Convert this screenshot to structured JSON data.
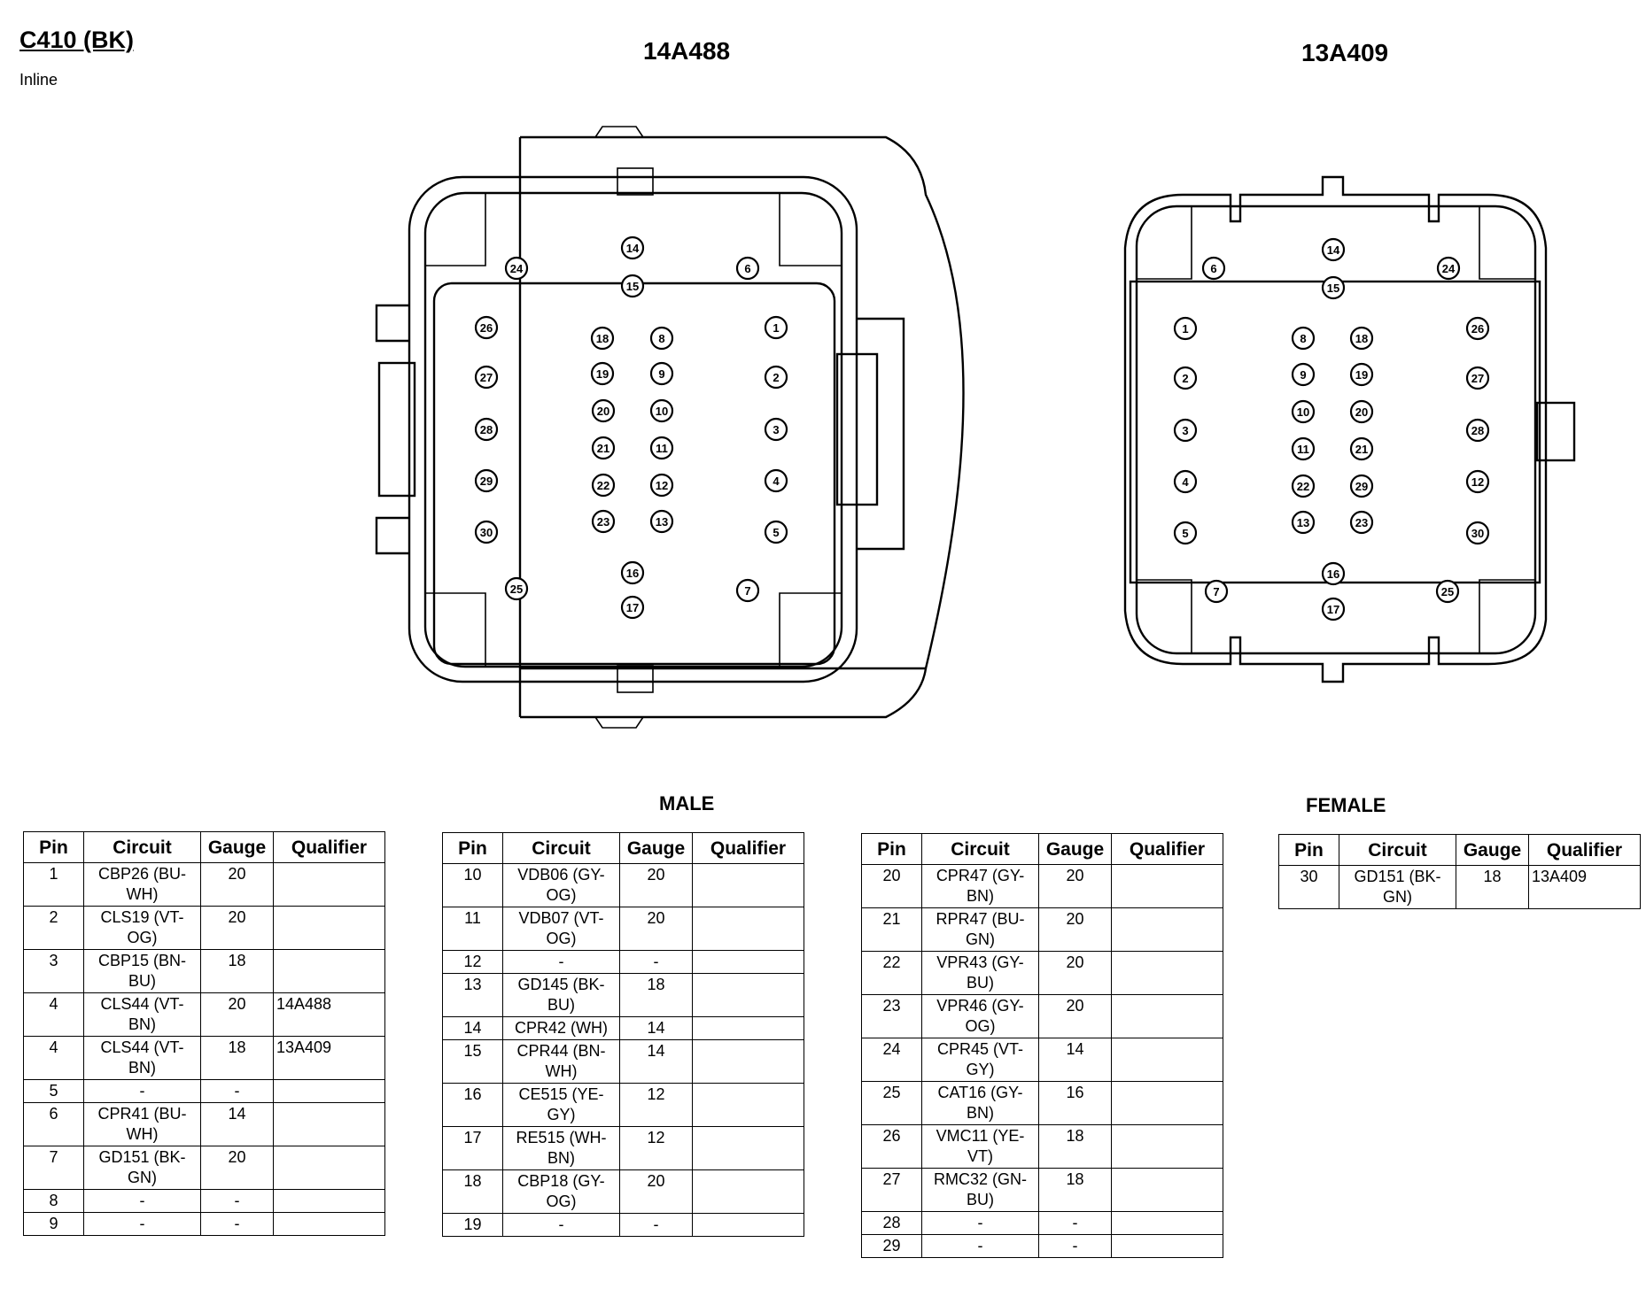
{
  "connector": {
    "title": "C410 (BK)",
    "subtitle": "Inline"
  },
  "labels": {
    "left": "14A488",
    "right": "13A409",
    "male": "MALE",
    "female": "FEMALE"
  },
  "headers": {
    "pin": "Pin",
    "circuit": "Circuit",
    "gauge": "Gauge",
    "qualifier": "Qualifier"
  },
  "tables": [
    {
      "rows": [
        {
          "pin": "1",
          "circuit": "CBP26 (BU-WH)",
          "gauge": "20",
          "qualifier": ""
        },
        {
          "pin": "2",
          "circuit": "CLS19 (VT-OG)",
          "gauge": "20",
          "qualifier": ""
        },
        {
          "pin": "3",
          "circuit": "CBP15 (BN-BU)",
          "gauge": "18",
          "qualifier": ""
        },
        {
          "pin": "4",
          "circuit": "CLS44 (VT-BN)",
          "gauge": "20",
          "qualifier": "14A488"
        },
        {
          "pin": "4",
          "circuit": "CLS44 (VT-BN)",
          "gauge": "18",
          "qualifier": "13A409"
        },
        {
          "pin": "5",
          "circuit": "-",
          "gauge": "-",
          "qualifier": ""
        },
        {
          "pin": "6",
          "circuit": "CPR41 (BU-WH)",
          "gauge": "14",
          "qualifier": ""
        },
        {
          "pin": "7",
          "circuit": "GD151 (BK-GN)",
          "gauge": "20",
          "qualifier": ""
        },
        {
          "pin": "8",
          "circuit": "-",
          "gauge": "-",
          "qualifier": ""
        },
        {
          "pin": "9",
          "circuit": "-",
          "gauge": "-",
          "qualifier": ""
        }
      ]
    },
    {
      "rows": [
        {
          "pin": "10",
          "circuit": "VDB06 (GY-OG)",
          "gauge": "20",
          "qualifier": ""
        },
        {
          "pin": "11",
          "circuit": "VDB07 (VT-OG)",
          "gauge": "20",
          "qualifier": ""
        },
        {
          "pin": "12",
          "circuit": "-",
          "gauge": "-",
          "qualifier": ""
        },
        {
          "pin": "13",
          "circuit": "GD145 (BK-BU)",
          "gauge": "18",
          "qualifier": ""
        },
        {
          "pin": "14",
          "circuit": "CPR42 (WH)",
          "gauge": "14",
          "qualifier": ""
        },
        {
          "pin": "15",
          "circuit": "CPR44 (BN-WH)",
          "gauge": "14",
          "qualifier": ""
        },
        {
          "pin": "16",
          "circuit": "CE515 (YE-GY)",
          "gauge": "12",
          "qualifier": ""
        },
        {
          "pin": "17",
          "circuit": "RE515 (WH-BN)",
          "gauge": "12",
          "qualifier": ""
        },
        {
          "pin": "18",
          "circuit": "CBP18 (GY-OG)",
          "gauge": "20",
          "qualifier": ""
        },
        {
          "pin": "19",
          "circuit": "-",
          "gauge": "-",
          "qualifier": ""
        }
      ]
    },
    {
      "rows": [
        {
          "pin": "20",
          "circuit": "CPR47 (GY-BN)",
          "gauge": "20",
          "qualifier": ""
        },
        {
          "pin": "21",
          "circuit": "RPR47 (BU-GN)",
          "gauge": "20",
          "qualifier": ""
        },
        {
          "pin": "22",
          "circuit": "VPR43 (GY-BU)",
          "gauge": "20",
          "qualifier": ""
        },
        {
          "pin": "23",
          "circuit": "VPR46 (GY-OG)",
          "gauge": "20",
          "qualifier": ""
        },
        {
          "pin": "24",
          "circuit": "CPR45 (VT-GY)",
          "gauge": "14",
          "qualifier": ""
        },
        {
          "pin": "25",
          "circuit": "CAT16 (GY-BN)",
          "gauge": "16",
          "qualifier": ""
        },
        {
          "pin": "26",
          "circuit": "VMC11 (YE-VT)",
          "gauge": "18",
          "qualifier": ""
        },
        {
          "pin": "27",
          "circuit": "RMC32 (GN-BU)",
          "gauge": "18",
          "qualifier": ""
        },
        {
          "pin": "28",
          "circuit": "-",
          "gauge": "-",
          "qualifier": ""
        },
        {
          "pin": "29",
          "circuit": "-",
          "gauge": "-",
          "qualifier": ""
        }
      ]
    },
    {
      "rows": [
        {
          "pin": "30",
          "circuit": "GD151 (BK-GN)",
          "gauge": "18",
          "qualifier": "13A409"
        }
      ]
    }
  ],
  "male_pins": [
    "24",
    "14",
    "15",
    "6",
    "26",
    "18",
    "8",
    "1",
    "27",
    "19",
    "9",
    "2",
    "20",
    "10",
    "28",
    "3",
    "21",
    "11",
    "29",
    "4",
    "22",
    "12",
    "23",
    "13",
    "30",
    "5",
    "25",
    "16",
    "17",
    "7"
  ],
  "female_pins": [
    "6",
    "14",
    "15",
    "24",
    "1",
    "8",
    "18",
    "26",
    "2",
    "9",
    "19",
    "27",
    "10",
    "20",
    "3",
    "28",
    "11",
    "21",
    "4",
    "12",
    "22",
    "29",
    "13",
    "23",
    "5",
    "30",
    "7",
    "16",
    "17",
    "25"
  ]
}
